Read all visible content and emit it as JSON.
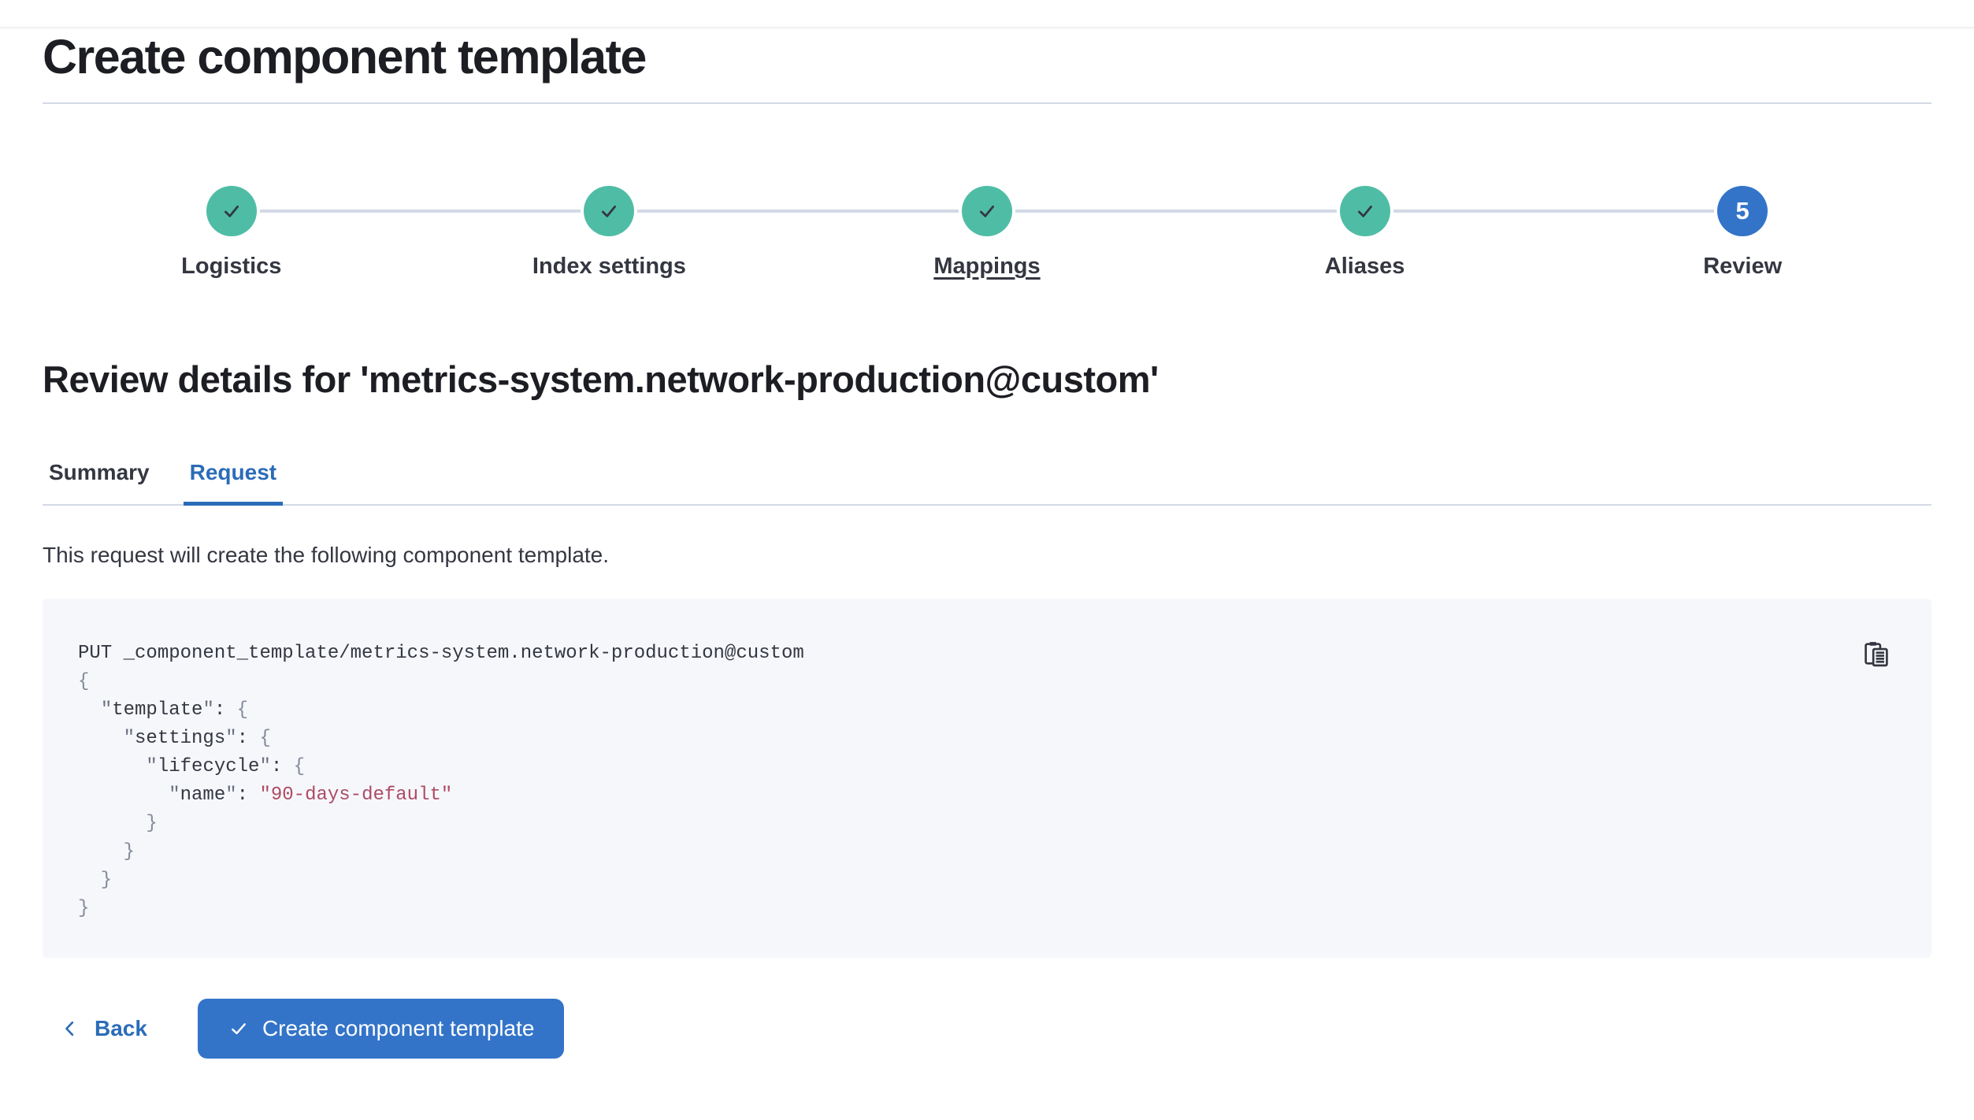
{
  "colors": {
    "accent-blue": "#3374c9",
    "link-blue": "#2b6cb8",
    "step-teal": "#4fbda6",
    "text-dark": "#343741",
    "heading-dark": "#1d1e24",
    "divider-gray": "#d3dae6",
    "code-bg": "#f6f7fb",
    "code-punct": "#848b9b",
    "code-quote": "#6a7180",
    "code-string": "#ad4c64"
  },
  "page": {
    "title": "Create component template",
    "review_heading": "Review details for 'metrics-system.network-production@custom'",
    "request_description": "This request will create the following component template."
  },
  "stepper": {
    "steps": [
      {
        "label": "Logistics",
        "status": "complete",
        "icon": "check-icon"
      },
      {
        "label": "Index settings",
        "status": "complete",
        "icon": "check-icon"
      },
      {
        "label": "Mappings",
        "status": "complete",
        "icon": "check-icon",
        "underlined": true
      },
      {
        "label": "Aliases",
        "status": "complete",
        "icon": "check-icon"
      },
      {
        "label": "Review",
        "status": "current",
        "number": "5"
      }
    ]
  },
  "tabs": [
    {
      "label": "Summary",
      "active": false
    },
    {
      "label": "Request",
      "active": true
    }
  ],
  "code_block": {
    "copy_icon": "copy-clipboard-icon",
    "lines": [
      [
        {
          "c": "plain",
          "t": "PUT _component_template/metrics-system.network-production@custom"
        }
      ],
      [
        {
          "c": "punct",
          "t": "{"
        }
      ],
      [
        {
          "c": "plain",
          "t": "  "
        },
        {
          "c": "quote",
          "t": "\""
        },
        {
          "c": "key",
          "t": "template"
        },
        {
          "c": "quote",
          "t": "\""
        },
        {
          "c": "plain",
          "t": ": "
        },
        {
          "c": "punct",
          "t": "{"
        }
      ],
      [
        {
          "c": "plain",
          "t": "    "
        },
        {
          "c": "quote",
          "t": "\""
        },
        {
          "c": "key",
          "t": "settings"
        },
        {
          "c": "quote",
          "t": "\""
        },
        {
          "c": "plain",
          "t": ": "
        },
        {
          "c": "punct",
          "t": "{"
        }
      ],
      [
        {
          "c": "plain",
          "t": "      "
        },
        {
          "c": "quote",
          "t": "\""
        },
        {
          "c": "key",
          "t": "lifecycle"
        },
        {
          "c": "quote",
          "t": "\""
        },
        {
          "c": "plain",
          "t": ": "
        },
        {
          "c": "punct",
          "t": "{"
        }
      ],
      [
        {
          "c": "plain",
          "t": "        "
        },
        {
          "c": "quote",
          "t": "\""
        },
        {
          "c": "key",
          "t": "name"
        },
        {
          "c": "quote",
          "t": "\""
        },
        {
          "c": "plain",
          "t": ": "
        },
        {
          "c": "string",
          "t": "\"90-days-default\""
        }
      ],
      [
        {
          "c": "punct",
          "t": "      }"
        }
      ],
      [
        {
          "c": "punct",
          "t": "    }"
        }
      ],
      [
        {
          "c": "punct",
          "t": "  }"
        }
      ],
      [
        {
          "c": "punct",
          "t": "}"
        }
      ]
    ]
  },
  "footer": {
    "back_label": "Back",
    "create_label": "Create component template"
  }
}
